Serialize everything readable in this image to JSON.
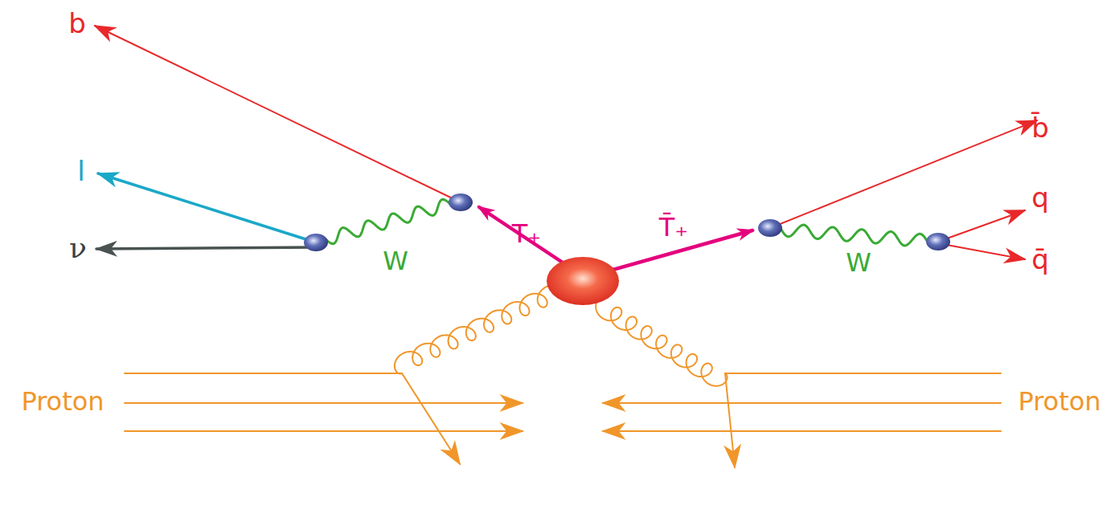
{
  "diagram": {
    "labels": [
      "b",
      "l",
      "ν",
      "W",
      "T₊",
      "T̄₊",
      "b̄",
      "q",
      "q̄",
      "W",
      "Proton",
      "Proton"
    ]
  }
}
